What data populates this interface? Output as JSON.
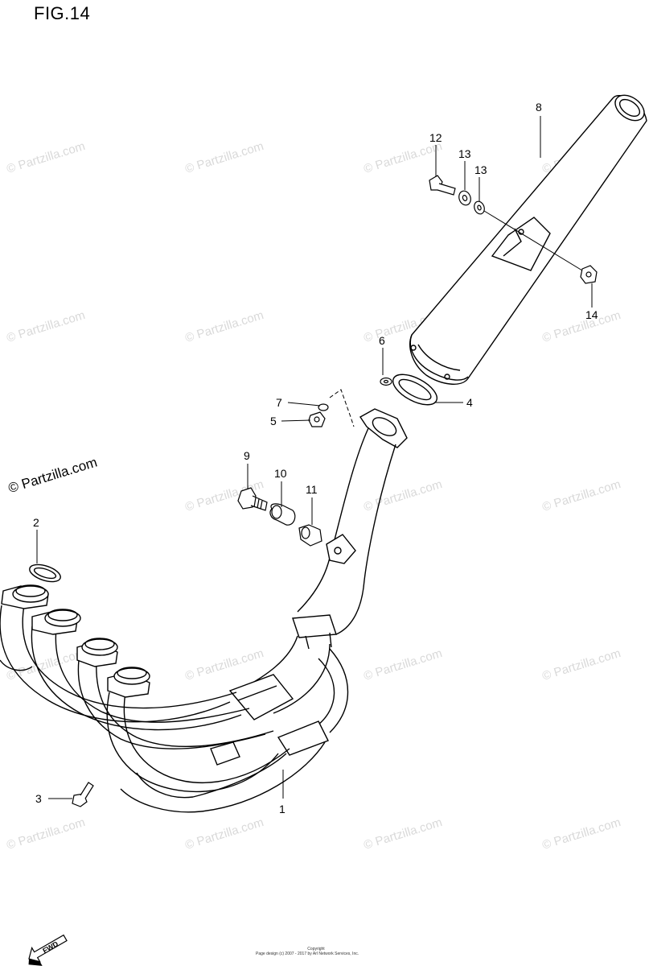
{
  "figure": {
    "title": "FIG.14",
    "brand_watermark": "© Partzilla.com",
    "repeated_watermark": "© Partzilla.com",
    "copyright_lines": [
      "Copyright",
      "Page design (c) 2007 - 2017 by Arl Network Services, Inc."
    ],
    "fwd_label": "FWD"
  },
  "callouts": {
    "c1": "1",
    "c2": "2",
    "c3": "3",
    "c4": "4",
    "c5": "5",
    "c6": "6",
    "c7": "7",
    "c8": "8",
    "c9": "9",
    "c10": "10",
    "c11": "11",
    "c12": "12",
    "c13a": "13",
    "c13b": "13",
    "c14": "14"
  }
}
